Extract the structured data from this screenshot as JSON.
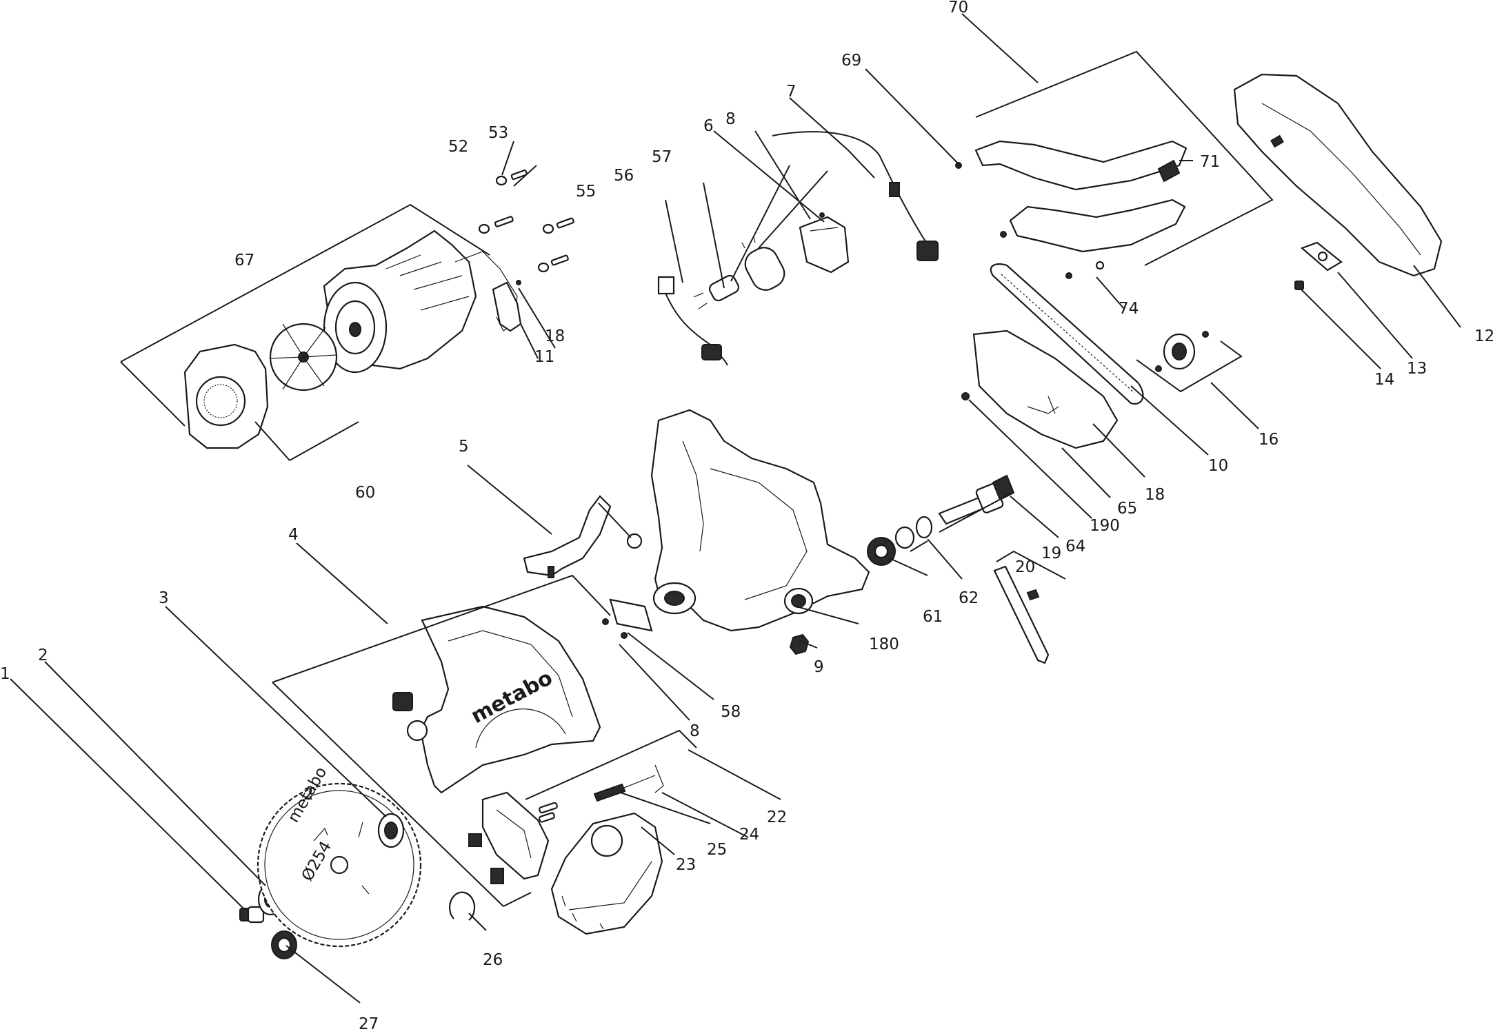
{
  "diagram": {
    "brand_mark": "metabo",
    "blade_texts": [
      "metabo",
      "2",
      "Ø254"
    ],
    "callouts": [
      {
        "id": "c1",
        "label": "1"
      },
      {
        "id": "c2",
        "label": "2"
      },
      {
        "id": "c3",
        "label": "3"
      },
      {
        "id": "c4",
        "label": "4"
      },
      {
        "id": "c5",
        "label": "5"
      },
      {
        "id": "c6",
        "label": "6"
      },
      {
        "id": "c7",
        "label": "7"
      },
      {
        "id": "c8a",
        "label": "8"
      },
      {
        "id": "c8b",
        "label": "8"
      },
      {
        "id": "c9",
        "label": "9"
      },
      {
        "id": "c10",
        "label": "10"
      },
      {
        "id": "c11",
        "label": "11"
      },
      {
        "id": "c12",
        "label": "12"
      },
      {
        "id": "c13",
        "label": "13"
      },
      {
        "id": "c14",
        "label": "14"
      },
      {
        "id": "c16",
        "label": "16"
      },
      {
        "id": "c18a",
        "label": "18"
      },
      {
        "id": "c18b",
        "label": "18"
      },
      {
        "id": "c19",
        "label": "19"
      },
      {
        "id": "c20",
        "label": "20"
      },
      {
        "id": "c22",
        "label": "22"
      },
      {
        "id": "c23",
        "label": "23"
      },
      {
        "id": "c24",
        "label": "24"
      },
      {
        "id": "c25",
        "label": "25"
      },
      {
        "id": "c26",
        "label": "26"
      },
      {
        "id": "c27",
        "label": "27"
      },
      {
        "id": "c52",
        "label": "52"
      },
      {
        "id": "c53",
        "label": "53"
      },
      {
        "id": "c55",
        "label": "55"
      },
      {
        "id": "c56",
        "label": "56"
      },
      {
        "id": "c57",
        "label": "57"
      },
      {
        "id": "c58",
        "label": "58"
      },
      {
        "id": "c60",
        "label": "60"
      },
      {
        "id": "c61",
        "label": "61"
      },
      {
        "id": "c62",
        "label": "62"
      },
      {
        "id": "c64",
        "label": "64"
      },
      {
        "id": "c65",
        "label": "65"
      },
      {
        "id": "c67",
        "label": "67"
      },
      {
        "id": "c69",
        "label": "69"
      },
      {
        "id": "c70",
        "label": "70"
      },
      {
        "id": "c71",
        "label": "71"
      },
      {
        "id": "c74",
        "label": "74"
      },
      {
        "id": "c180",
        "label": "180"
      },
      {
        "id": "c190",
        "label": "190"
      }
    ]
  }
}
